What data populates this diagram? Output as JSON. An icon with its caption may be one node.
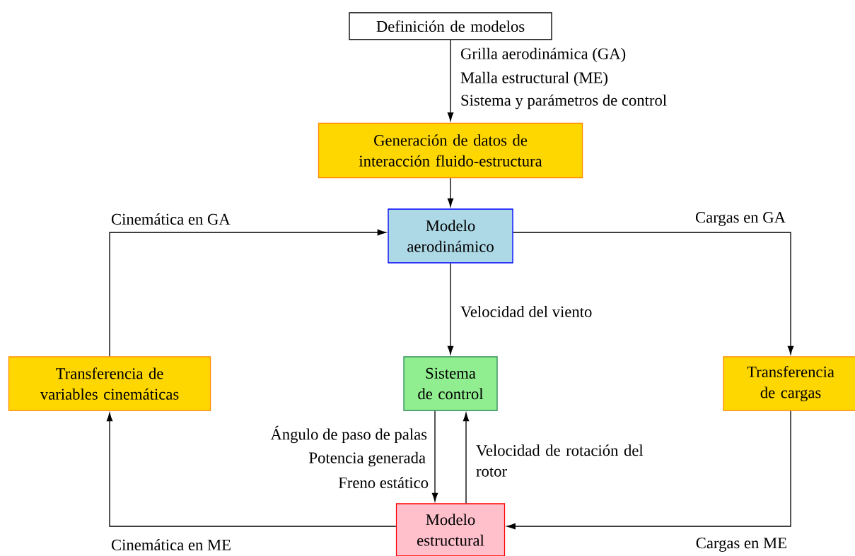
{
  "diagram": {
    "nodes": [
      {
        "text": [
          "Definición de modelos"
        ]
      },
      {
        "text": [
          "Generación de datos de interacción fluido-estructura"
        ]
      },
      {
        "text": [
          "Modelo aerodinámico"
        ]
      },
      {
        "text": [
          "Sistema de control"
        ]
      },
      {
        "text": [
          "Transferencia de variables cinemáticas"
        ]
      },
      {
        "text": [
          "Transferencia de cargas"
        ]
      },
      {
        "text": [
          "Modelo estructural"
        ]
      }
    ],
    "edges": [
      {
        "from": 0,
        "to": 1,
        "arrow": "to"
      },
      {
        "from": 1,
        "to": 2,
        "arrow": "to"
      },
      {
        "from": 2,
        "to": 3,
        "arrow": "to",
        "label": "Velocidad del viento"
      },
      {
        "from": 4,
        "to": 2,
        "arrow": "to",
        "label": "Cinemática en GA"
      },
      {
        "from": 2,
        "to": 5,
        "arrow": "to",
        "label": "Cargas en GA"
      },
      {
        "from": 3,
        "to": 6,
        "arrow": "to"
      },
      {
        "from": 6,
        "to": 3,
        "arrow": "to",
        "label": "Velocidad de rotación del rotor"
      },
      {
        "from": 6,
        "to": 4,
        "arrow": "to",
        "label": "Cinemática en ME"
      },
      {
        "from": 5,
        "to": 6,
        "arrow": "to",
        "label": "Cargas en ME"
      }
    ],
    "labels": [
      "Grilla aerodinámica (GA)",
      "Malla estructural (ME)",
      "Sistema y parámetros de control",
      "Ángulo de paso de palas",
      "Potencia generada",
      "Freno estático"
    ]
  }
}
